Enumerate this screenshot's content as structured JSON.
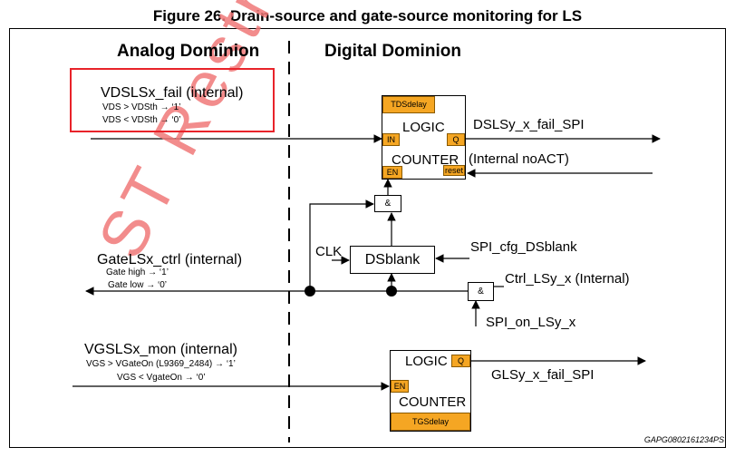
{
  "title": "Figure 26. Drain-source and gate-source monitoring for LS",
  "headers": {
    "analog": "Analog Dominion",
    "digital": "Digital Dominion"
  },
  "vds_block": {
    "signal": "VDSLSx_fail (internal)",
    "cond1": "VDS > VDSth → ‘1’",
    "cond2": "VDS < VDSth → ‘0’"
  },
  "top_counter": {
    "tdsdelay": "TDSdelay",
    "logic": "LOGIC",
    "counter": "COUNTER",
    "in": "IN",
    "q": "Q",
    "en": "EN",
    "reset": "reset",
    "out": "DSLSy_x_fail_SPI",
    "reset_src": "(Internal noACT)"
  },
  "and_gate": "&",
  "dsblank": {
    "label": "DSblank",
    "clk": "CLK",
    "cfg": "SPI_cfg_DSblank"
  },
  "gate_block": {
    "signal": "GateLSx_ctrl (internal)",
    "cond1": "Gate high → ‘1’",
    "cond2": "Gate low → ‘0’"
  },
  "ctrl": {
    "label": "Ctrl_LSy_x (Internal)",
    "spi_on": "SPI_on_LSy_x"
  },
  "vgs_block": {
    "signal": "VGSLSx_mon (internal)",
    "cond1": "VGS > VGateOn (L9369_2484) → ‘1’",
    "cond2": "VGS < VgateOn → ‘0’"
  },
  "bottom_counter": {
    "logic": "LOGIC",
    "counter": "COUNTER",
    "q": "Q",
    "en": "EN",
    "tgsdelay": "TGSdelay",
    "out": "GLSy_x_fail_SPI"
  },
  "watermark": "ST Restricted",
  "ref_code": "GAPG0802161234PS",
  "colors": {
    "pin": "#f5a623",
    "highlight": "#e8232a",
    "watermark": "#f08080"
  }
}
